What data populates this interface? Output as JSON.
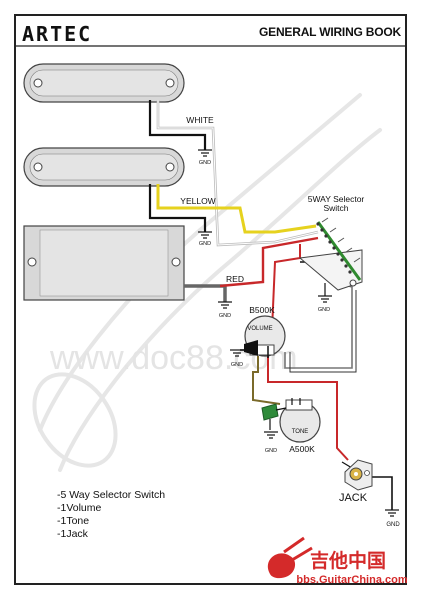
{
  "header": {
    "brand": "ARTEC",
    "title": "GENERAL WIRING BOOK"
  },
  "wire_labels": {
    "white": "WHITE",
    "yellow": "YELLOW",
    "red": "RED"
  },
  "components": {
    "selector_line1": "5WAY Selector",
    "selector_line2": "Switch",
    "volume_value": "B500K",
    "volume_label": "VOLUME",
    "tone_value": "A500K",
    "tone_label": "TONE",
    "jack": "JACK",
    "ground": "GND"
  },
  "watermark": {
    "text": "www.doc88.com",
    "logo_text": "吉他中国",
    "logo_url": "bbs.GuitarChina.com"
  },
  "parts_list": [
    "-5 Way Selector Switch",
    "-1Volume",
    "-1Tone",
    "-1Jack"
  ],
  "colors": {
    "hot_red": "#c8282a",
    "yellow": "#e6d21e",
    "white_wire": "#bbbbbb",
    "ground_black": "#111111",
    "switch_green": "#2f8a2f",
    "capacitor_green": "#2e8b3a"
  }
}
